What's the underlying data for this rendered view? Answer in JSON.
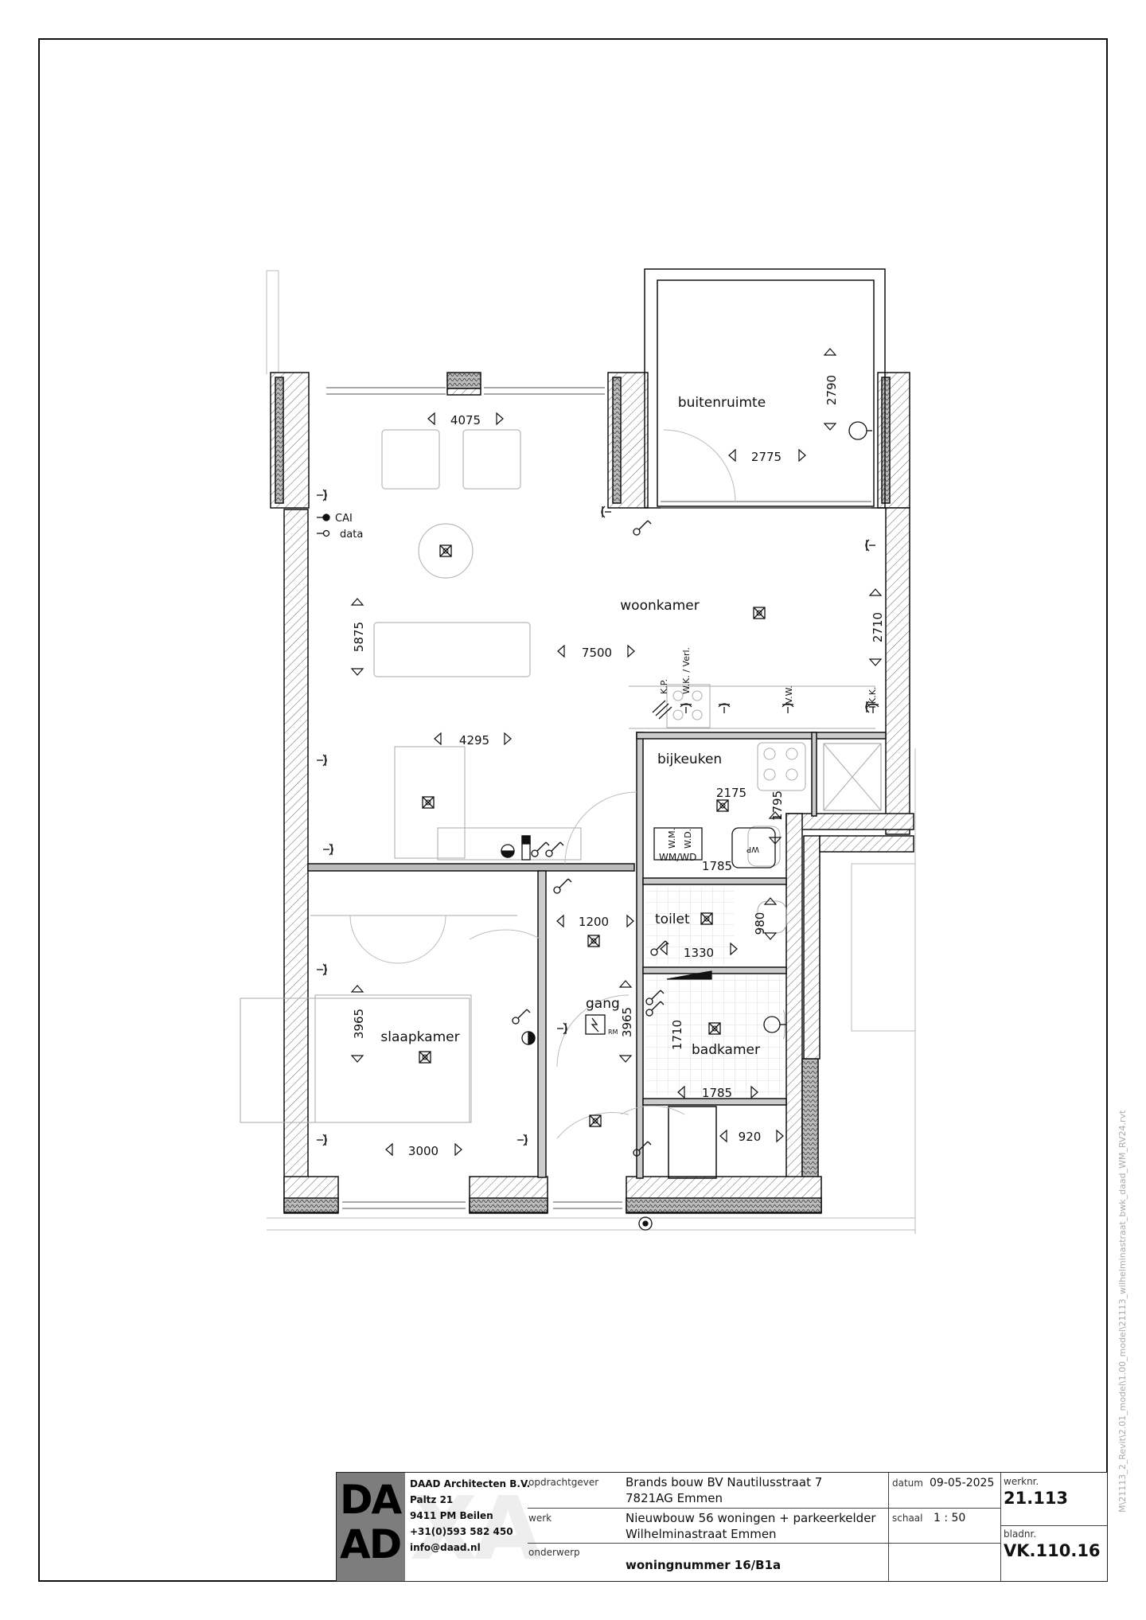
{
  "plan": {
    "rooms": {
      "buitenruimte": "buitenruimte",
      "woonkamer": "woonkamer",
      "bijkeuken": "bijkeuken",
      "toilet": "toilet",
      "gang": "gang",
      "slaapkamer": "slaapkamer",
      "badkamer": "badkamer"
    },
    "dimensions": {
      "d4075": "4075",
      "d2790": "2790",
      "d2775": "2775",
      "d5875": "5875",
      "d7500": "7500",
      "d2710": "2710",
      "d4295": "4295",
      "d2175": "2175",
      "d1795": "1795",
      "d1785a": "1785",
      "d1200": "1200",
      "d980": "980",
      "d1330": "1330",
      "d3965a": "3965",
      "d3965b": "3965",
      "d1710": "1710",
      "d1785b": "1785",
      "d3000": "3000",
      "d920": "920"
    },
    "labels": {
      "cai": "CAI",
      "data": "data",
      "kp": "K.P.",
      "wk": "W.K. / Verl.",
      "vw": "V.W.",
      "kk": "K.K.",
      "wm": "W.M.",
      "wd": "W.D.",
      "wmwd": "WM/WD",
      "wp": "WP",
      "rm": "RM"
    }
  },
  "titleblock": {
    "logo": "DA\nAD",
    "company": "DAAD Architecten B.V.",
    "street": "Paltz 21",
    "city": "9411 PM Beilen",
    "phone": "+31(0)593 582 450",
    "email": "info@daad.nl",
    "opdrachtgever_label": "opdrachtgever",
    "opdrachtgever_line1": "Brands bouw BV Nautilusstraat 7",
    "opdrachtgever_line2": "7821AG  Emmen",
    "werk_label": "werk",
    "werk_line1": "Nieuwbouw 56 woningen + parkeerkelder",
    "werk_line2": "Wilhelminastraat Emmen",
    "onderwerp_label": "onderwerp",
    "onderwerp": "woningnummer 16/B1a",
    "datum_label": "datum",
    "datum": "09-05-2025",
    "schaal_label": "schaal",
    "schaal": "1 : 50",
    "werknr_label": "werknr.",
    "werknr": "21.113",
    "bladnr_label": "bladnr.",
    "bladnr": "VK.110.16"
  },
  "side_path": "M\\21113_2_Revit\\2.01_model\\1.00_model\\21113_wilhelminastraat_bwk_daad_WM_RV24.rvt"
}
